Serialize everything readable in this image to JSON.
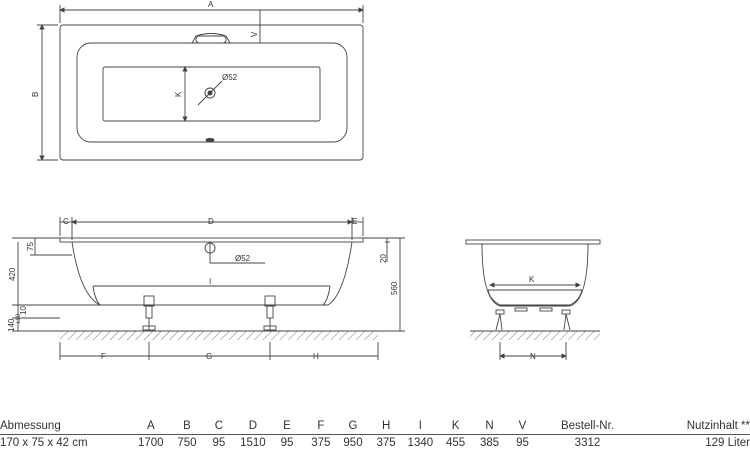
{
  "drawing": {
    "dim_labels": {
      "A": "A",
      "B": "B",
      "V": "V",
      "K": "K",
      "diameter": "Ø52",
      "C": "C",
      "D": "D",
      "E": "E",
      "I": "I",
      "F": "F",
      "G": "G",
      "H": "H",
      "N": "N",
      "v75": "75",
      "v420": "420",
      "v140": "140",
      "v10": "10",
      "v10b": "±10",
      "v20": "20",
      "v560": "560"
    }
  },
  "table": {
    "headers": [
      "Abmessung",
      "A",
      "B",
      "C",
      "D",
      "E",
      "F",
      "G",
      "H",
      "I",
      "K",
      "N",
      "V",
      "Bestell-Nr.",
      "Nutzinhalt **"
    ],
    "rows": [
      [
        "170 x 75 x 42 cm",
        "1700",
        "750",
        "95",
        "1510",
        "95",
        "375",
        "950",
        "375",
        "1340",
        "455",
        "385",
        "95",
        "3312",
        "129 Liter"
      ]
    ]
  }
}
